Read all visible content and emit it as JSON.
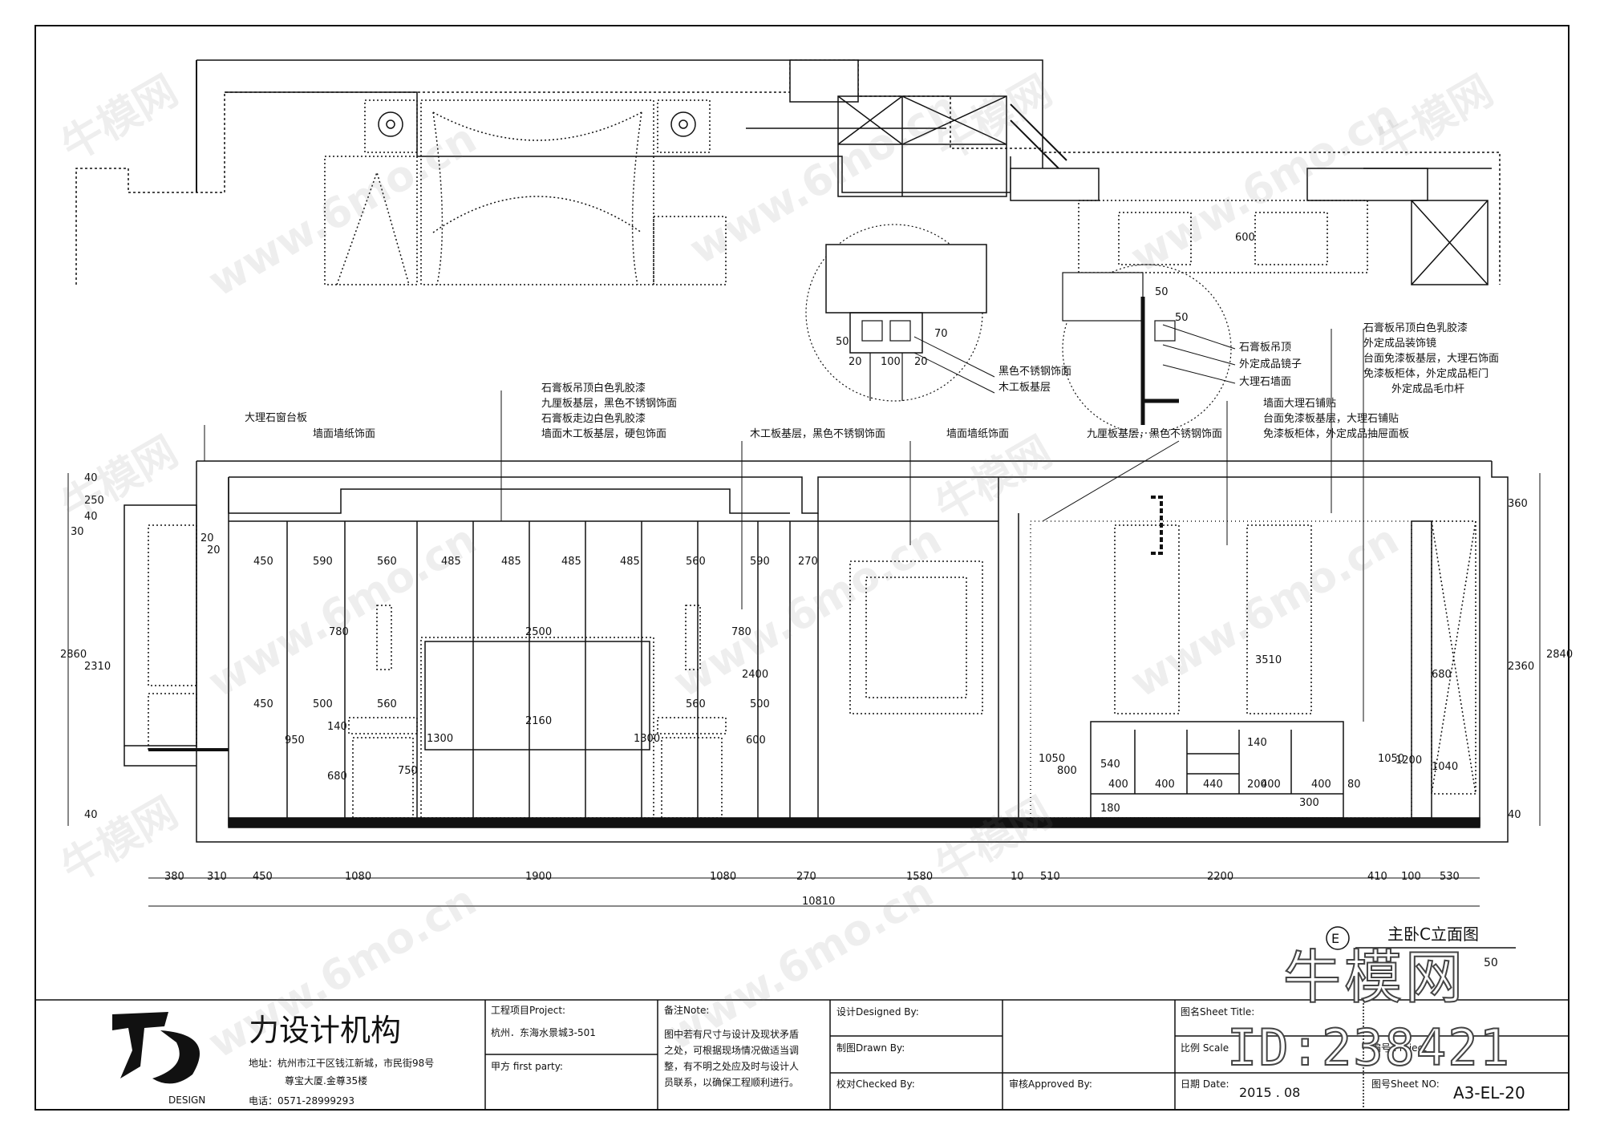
{
  "drawing": {
    "title": "主卧C立面图",
    "marker": "E",
    "scale_fragment": "50",
    "top_notes_left": [
      "石膏板吊顶白色乳胶漆",
      "九厘板基层，黑色不锈钢饰面",
      "石膏板走边白色乳胶漆",
      "墙面木工板基层，硬包饰面"
    ],
    "left_notes": [
      "大理石窗台板",
      "墙面墙纸饰面"
    ],
    "mid_note": "木工板基层，黑色不锈钢饰面",
    "wall_note": "墙面墙纸饰面",
    "ply_note": "九厘板基层，黑色不锈钢饰面",
    "detail1_notes": [
      "黑色不锈钢饰面",
      "木工板基层"
    ],
    "detail2_notes": [
      "石膏板吊顶",
      "外定成品镜子",
      "大理石墙面"
    ],
    "right_notes": [
      "石膏板吊顶白色乳胶漆",
      "外定成品装饰镜",
      "台面免漆板基层，大理石饰面",
      "免漆板柜体，外定成品柜门",
      "外定成品毛巾杆"
    ],
    "right_notes2": [
      "墙面大理石铺贴",
      "台面免漆板基层，大理石铺贴",
      "免漆板柜体，外定成品抽屉面板"
    ],
    "bottom_dims": [
      "380",
      "310",
      "450",
      "1080",
      "1900",
      "1080",
      "270",
      "1580",
      "10",
      "510",
      "2200",
      "410",
      "100",
      "530"
    ],
    "total_dim": "10810",
    "upper_dims": [
      "450",
      "590",
      "560",
      "485",
      "485",
      "485",
      "485",
      "560",
      "590",
      "270"
    ],
    "inner_labels": {
      "d2500": "2500",
      "d2160": "2160",
      "d780a": "780",
      "d780b": "780",
      "d560a": "560",
      "d560b": "560",
      "d500a": "500",
      "d500b": "500",
      "d450": "450",
      "d950": "950",
      "d680": "680",
      "d750": "750",
      "d1300a": "1300",
      "d1300b": "1300",
      "d2400": "2400",
      "d600": "600",
      "d140": "140",
      "d3510": "3510",
      "d1050a": "1050",
      "d800": "800",
      "d540": "540",
      "d400a": "400",
      "d400b": "400",
      "d440": "440",
      "d400c": "400",
      "d400d": "400",
      "d200": "200",
      "d180": "180",
      "d1050b": "1050",
      "d1200": "1200",
      "d1040": "1040",
      "d680r": "680",
      "d600top": "600",
      "d50a": "50",
      "d70": "70",
      "d20a": "20",
      "d100": "100",
      "d20b": "20",
      "d50b": "50",
      "d50c": "50",
      "d300": "300",
      "d80": "80",
      "d140r": "140"
    },
    "left_v_dims": [
      "40",
      "250",
      "40",
      "30",
      "20",
      "20",
      "2860",
      "2310",
      "40"
    ],
    "right_v_dims": [
      "360",
      "2840",
      "2360",
      "40"
    ]
  },
  "title_block": {
    "company": "力设计机构",
    "logo_text": "DESIGN",
    "address": "地址：杭州市江干区钱江新城，市民街98号",
    "address2": "尊宝大厦.金尊35楼",
    "phone": "电话：0571-28999293",
    "project_label": "工程项目Project:",
    "project_value": "杭州．东海水景城3-501",
    "party_label": "甲方 first party:",
    "note_label": "备注Note:",
    "note_text1": "图中若有尺寸与设计及现状矛盾",
    "note_text2": "之处，可根据现场情况做适当调",
    "note_text3": "整，有不明之处应及时与设计人",
    "note_text4": "员联系，以确保工程顺利进行。",
    "designed_label": "设计Designed By:",
    "drawn_label": "制图Drawn By:",
    "checked_label": "校对Checked By:",
    "approved_label": "审核Approved By:",
    "sheet_title_label": "图名Sheet Title:",
    "scale_label": "比例 Scale",
    "project_no_label": "编号 Project",
    "date_label": "日期 Date:",
    "date_value": "2015 . 08",
    "sheet_no_label": "图号Sheet NO:",
    "sheet_no_value": "A3-EL-20"
  },
  "watermark": {
    "site": "www.6mo.cn",
    "brand": "牛模网",
    "id": "ID:238421"
  }
}
